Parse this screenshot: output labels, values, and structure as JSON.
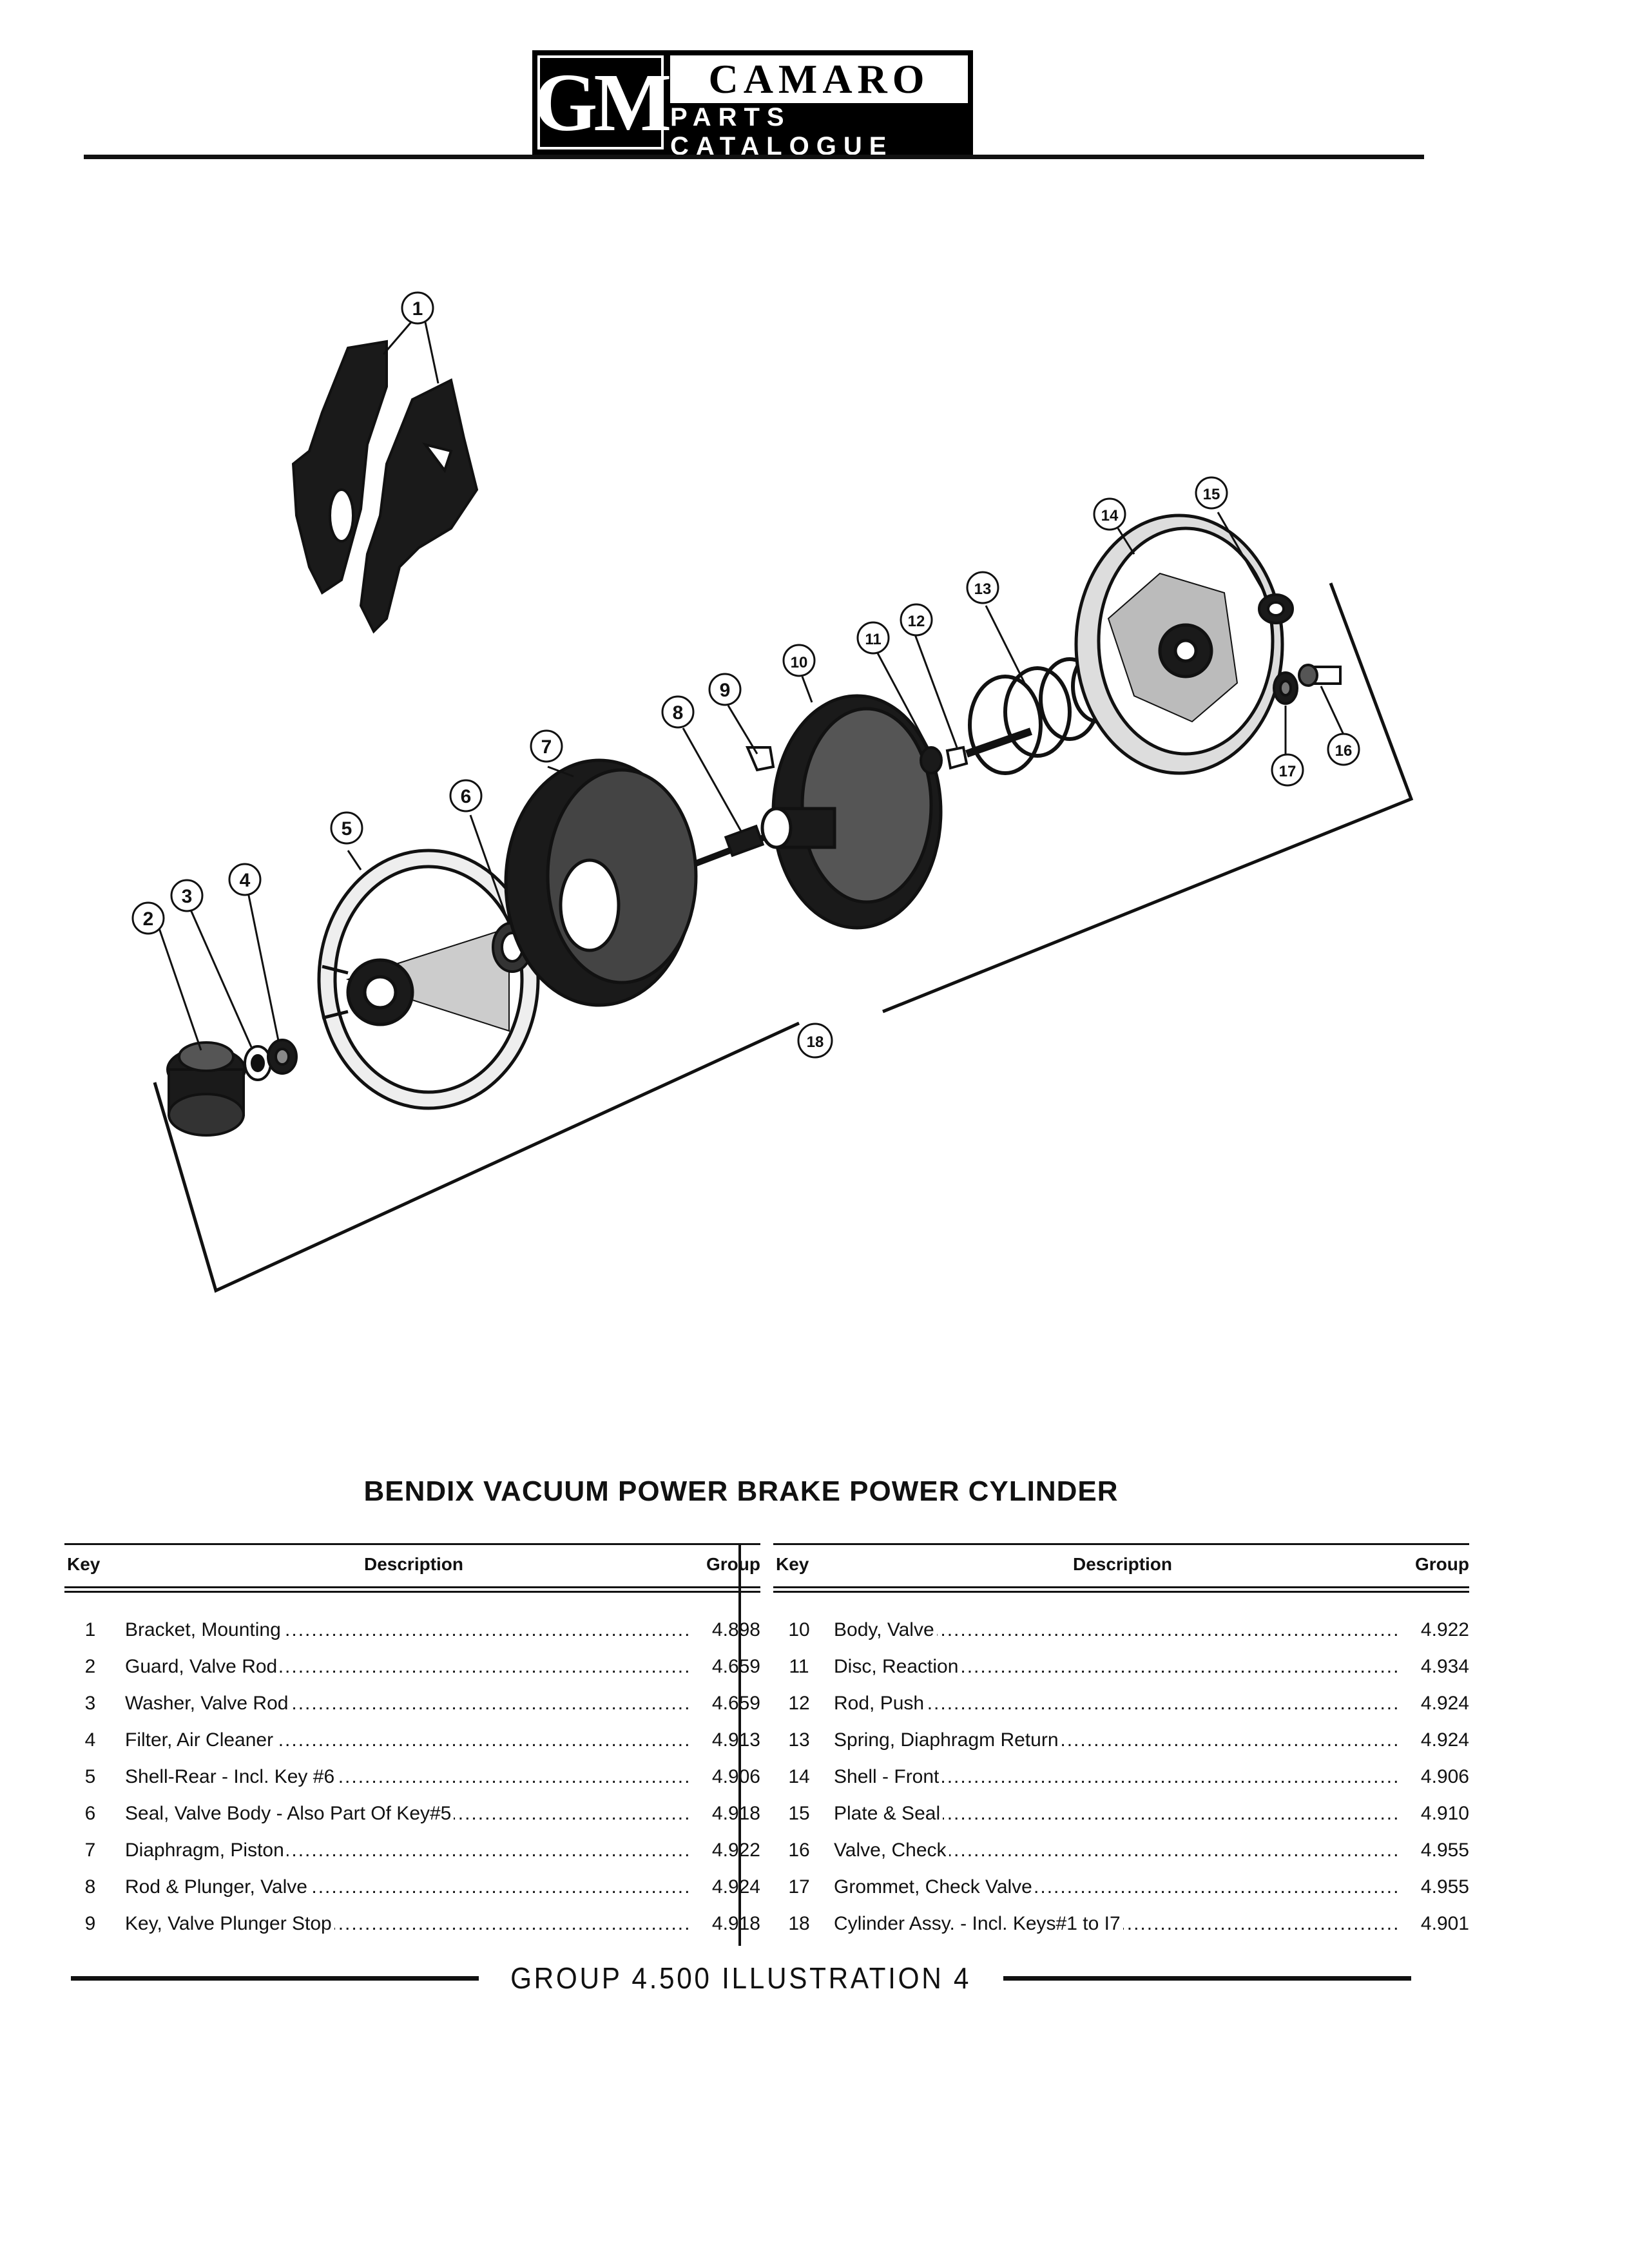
{
  "header": {
    "logo_text": "GM",
    "title": "CAMARO",
    "subtitle": "PARTS CATALOGUE"
  },
  "illustration": {
    "callouts": [
      "1",
      "2",
      "3",
      "4",
      "5",
      "6",
      "7",
      "8",
      "9",
      "10",
      "11",
      "12",
      "13",
      "14",
      "15",
      "16",
      "17",
      "18"
    ]
  },
  "table": {
    "title": "BENDIX VACUUM POWER BRAKE POWER CYLINDER",
    "columns": {
      "key": "Key",
      "description": "Description",
      "group": "Group"
    },
    "left_rows": [
      {
        "key": "1",
        "description": "Bracket, Mounting",
        "group": "4.898"
      },
      {
        "key": "2",
        "description": "Guard, Valve Rod",
        "group": "4.659"
      },
      {
        "key": "3",
        "description": "Washer, Valve Rod",
        "group": "4.659"
      },
      {
        "key": "4",
        "description": "Filter, Air Cleaner",
        "group": "4.913"
      },
      {
        "key": "5",
        "description": "Shell-Rear - Incl. Key #6",
        "group": "4.906"
      },
      {
        "key": "6",
        "description": "Seal, Valve Body - Also Part Of Key#5",
        "group": "4.918"
      },
      {
        "key": "7",
        "description": "Diaphragm, Piston",
        "group": "4.922"
      },
      {
        "key": "8",
        "description": "Rod & Plunger, Valve",
        "group": "4.924"
      },
      {
        "key": "9",
        "description": "Key, Valve Plunger Stop",
        "group": "4.918"
      }
    ],
    "right_rows": [
      {
        "key": "10",
        "description": "Body, Valve",
        "group": "4.922"
      },
      {
        "key": "11",
        "description": "Disc, Reaction",
        "group": "4.934"
      },
      {
        "key": "12",
        "description": "Rod, Push",
        "group": "4.924"
      },
      {
        "key": "13",
        "description": "Spring, Diaphragm Return",
        "group": "4.924"
      },
      {
        "key": "14",
        "description": "Shell - Front",
        "group": "4.906"
      },
      {
        "key": "15",
        "description": "Plate & Seal",
        "group": "4.910"
      },
      {
        "key": "16",
        "description": "Valve, Check",
        "group": "4.955"
      },
      {
        "key": "17",
        "description": "Grommet, Check Valve",
        "group": "4.955"
      },
      {
        "key": "18",
        "description": "Cylinder Assy. - Incl. Keys#1 to I7",
        "group": "4.901"
      }
    ]
  },
  "footer": {
    "label": "GROUP 4.500 ILLUSTRATION 4"
  }
}
